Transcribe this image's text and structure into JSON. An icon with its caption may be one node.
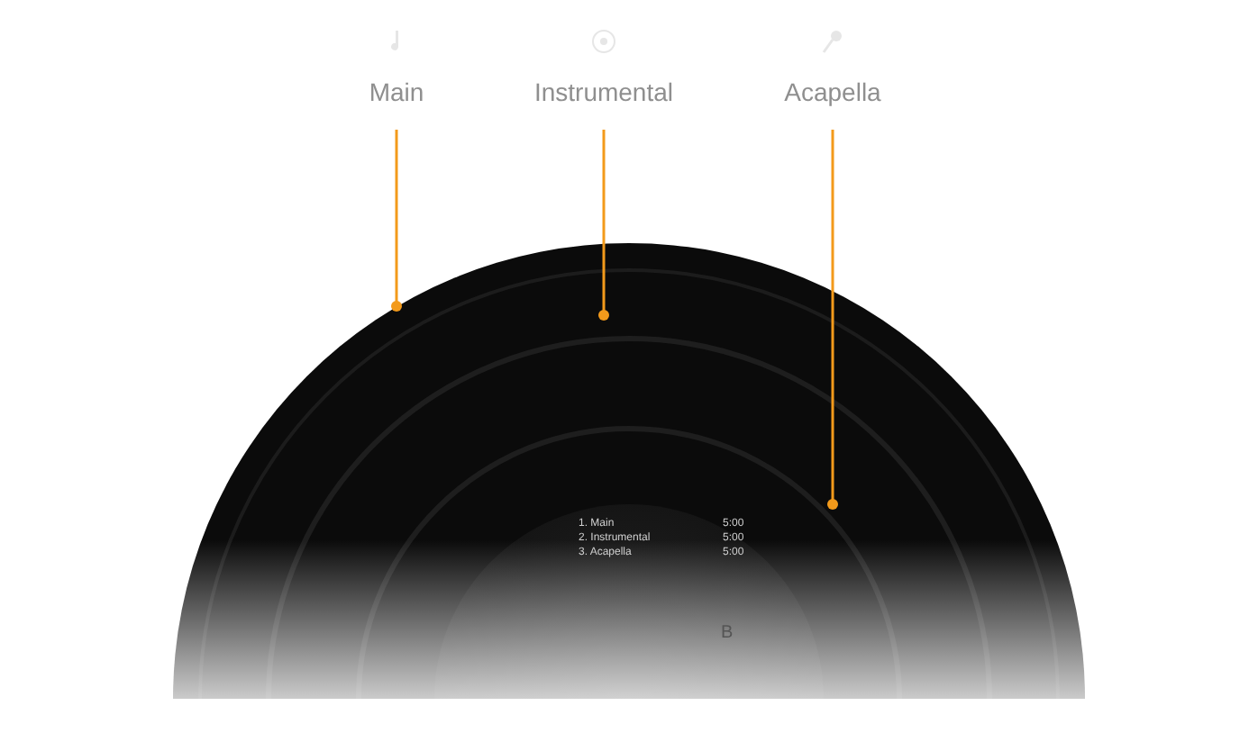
{
  "diagram": {
    "nodes": [
      {
        "text": [
          "Main"
        ]
      },
      {
        "text": [
          "Instrumental"
        ]
      },
      {
        "text": [
          "Acapella"
        ]
      }
    ],
    "edges": [
      {
        "from": 0,
        "to": null,
        "arrow": "other"
      },
      {
        "from": 1,
        "to": null,
        "arrow": "other"
      },
      {
        "from": 2,
        "to": null,
        "arrow": "other"
      }
    ],
    "labels": [
      "1. Main",
      "5:00",
      "2. Instrumental",
      "5:00",
      "3. Acapella",
      "5:00",
      "B"
    ]
  }
}
